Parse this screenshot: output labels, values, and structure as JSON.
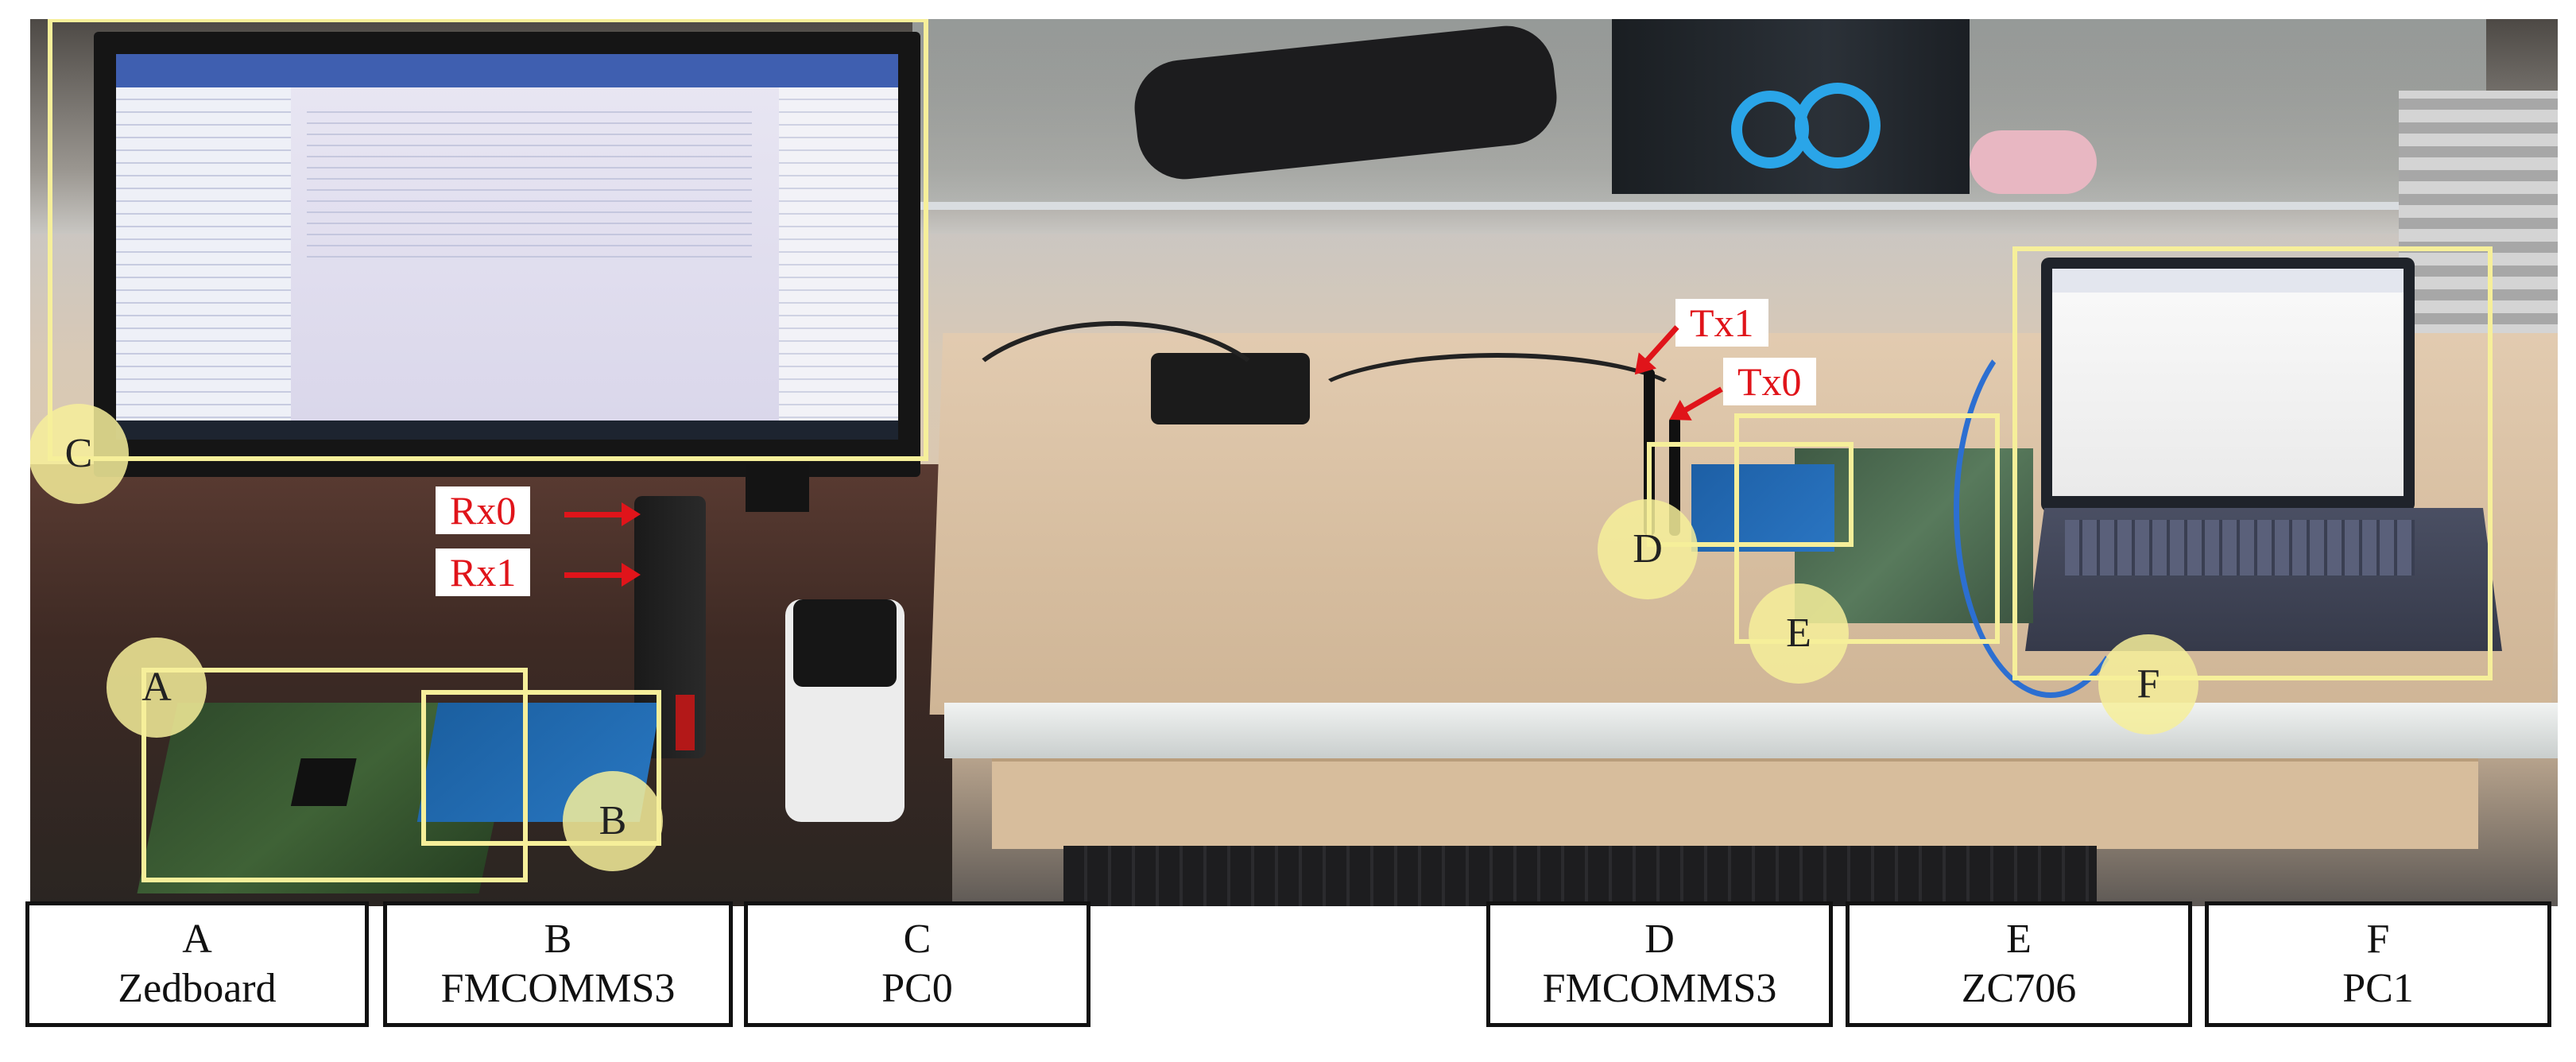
{
  "photo": {
    "markers": [
      {
        "id": "A"
      },
      {
        "id": "B"
      },
      {
        "id": "C"
      },
      {
        "id": "D"
      },
      {
        "id": "E"
      },
      {
        "id": "F"
      }
    ],
    "antenna_tags": {
      "tx1": "Tx1",
      "tx0": "Tx0",
      "rx0": "Rx0",
      "rx1": "Rx1"
    },
    "colors": {
      "highlight": "#f6ef9a",
      "tag_text": "#e0141a",
      "arrow": "#e0141a"
    }
  },
  "legend": [
    {
      "letter": "A",
      "name": "Zedboard"
    },
    {
      "letter": "B",
      "name": "FMCOMMS3"
    },
    {
      "letter": "C",
      "name": "PC0"
    },
    {
      "letter": "D",
      "name": "FMCOMMS3"
    },
    {
      "letter": "E",
      "name": "ZC706"
    },
    {
      "letter": "F",
      "name": "PC1"
    }
  ]
}
